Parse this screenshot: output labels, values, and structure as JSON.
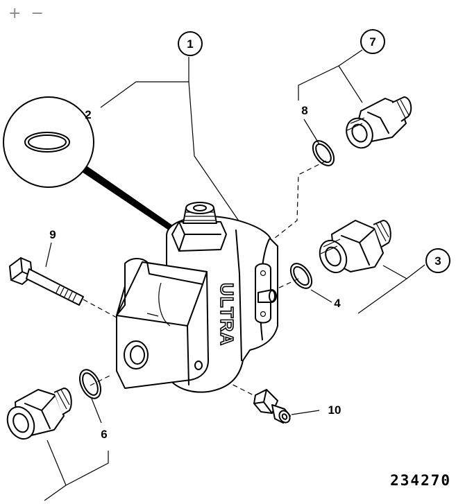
{
  "zoom": {
    "in_label": "+",
    "out_label": "−"
  },
  "callouts": [
    {
      "id": "1",
      "label": "1"
    },
    {
      "id": "2",
      "label": "2"
    },
    {
      "id": "3",
      "label": "3"
    },
    {
      "id": "4",
      "label": "4"
    },
    {
      "id": "6",
      "label": "6"
    },
    {
      "id": "7",
      "label": "7"
    },
    {
      "id": "8",
      "label": "8"
    },
    {
      "id": "9",
      "label": "9"
    },
    {
      "id": "10",
      "label": "10"
    }
  ],
  "valve": {
    "brand": "ULTRA"
  },
  "figure_number": "234270"
}
